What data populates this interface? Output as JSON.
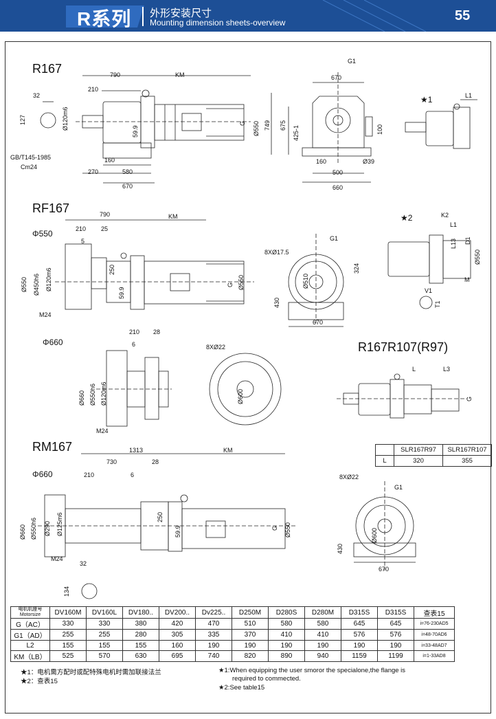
{
  "header": {
    "series": "R系列",
    "title_cn": "外形安装尺寸",
    "title_en": "Mounting dimension sheets-overview",
    "page": "55",
    "color": "#1d4f96"
  },
  "sections": {
    "r167": {
      "title": "R167",
      "dims": [
        "790",
        "KM",
        "210",
        "32",
        "127",
        "Ø120m6",
        "59.9",
        "Ø550",
        "G",
        "160",
        "270",
        "580",
        "670",
        "GB/T145-1985",
        "Cm24",
        "G1",
        "670",
        "749",
        "675",
        "425-1",
        "100",
        "160",
        "500",
        "Ø39",
        "660",
        "L1"
      ]
    },
    "rf167": {
      "title": "RF167",
      "phi": "Φ550",
      "dims": [
        "790",
        "KM",
        "210",
        "25",
        "5",
        "Ø450h6",
        "Ø120m6",
        "Ø550",
        "250",
        "59.9",
        "G",
        "Ø550",
        "M24",
        "8XØ17.5",
        "G1",
        "Ø510",
        "324",
        "430",
        "670",
        "K2",
        "L1",
        "D1",
        "Ø550",
        "L13",
        "M",
        "V1",
        "T1"
      ]
    },
    "rf167_660": {
      "phi": "Φ660",
      "dims": [
        "210",
        "28",
        "6",
        "Ø660",
        "Ø550h6",
        "Ø120m6",
        "M24",
        "8XØ22",
        "Ø600"
      ]
    },
    "r167r107": {
      "title": "R167R107(R97)",
      "dims": [
        "L",
        "L3",
        "G"
      ]
    },
    "rm167": {
      "title": "RM167",
      "phi": "Φ660",
      "dims": [
        "1313",
        "KM",
        "730",
        "28",
        "210",
        "6",
        "Ø660",
        "Ø550h6",
        "Ø290",
        "Ø125m6",
        "250",
        "59.9",
        "G",
        "Ø550",
        "M24",
        "32",
        "134",
        "8XØ22",
        "G1",
        "Ø600",
        "430",
        "670"
      ]
    },
    "stars": {
      "s1": "★1",
      "s2": "★2"
    }
  },
  "slr_table": {
    "headers": [
      "",
      "SLR167R97",
      "SLR167R107"
    ],
    "row_label": "L",
    "values": [
      "320",
      "355"
    ]
  },
  "spec_table": {
    "header": {
      "label_cn": "电机机座号",
      "label_en": "Motorsize",
      "cols": [
        "DV160M",
        "DV160L",
        "DV180..",
        "DV200..",
        "Dv225..",
        "D250M",
        "D280S",
        "D280M",
        "D315S",
        "D315S",
        "查表15"
      ]
    },
    "rows": [
      {
        "label": "G（AC）",
        "values": [
          "330",
          "330",
          "380",
          "420",
          "470",
          "510",
          "580",
          "580",
          "645",
          "645",
          "i=76-230AD5"
        ]
      },
      {
        "label": "G1（AD）",
        "values": [
          "255",
          "255",
          "280",
          "305",
          "335",
          "370",
          "410",
          "410",
          "576",
          "576",
          "i=48-70AD6"
        ]
      },
      {
        "label": "L2",
        "values": [
          "155",
          "155",
          "155",
          "160",
          "190",
          "190",
          "190",
          "190",
          "190",
          "190",
          "i=33-48AD7"
        ]
      },
      {
        "label": "KM（LB）",
        "values": [
          "525",
          "570",
          "630",
          "695",
          "740",
          "820",
          "890",
          "940",
          "1159",
          "1199",
          "i=1-33AD8"
        ]
      }
    ]
  },
  "notes": {
    "cn1": "★1：电机需方配时或配特殊电机时需加联接法兰",
    "cn2": "★2：查表15",
    "en1a": "★1:When equipping the user smoror the specialone,the flange is",
    "en1b": "required to commected.",
    "en2": "★2:See table15"
  }
}
